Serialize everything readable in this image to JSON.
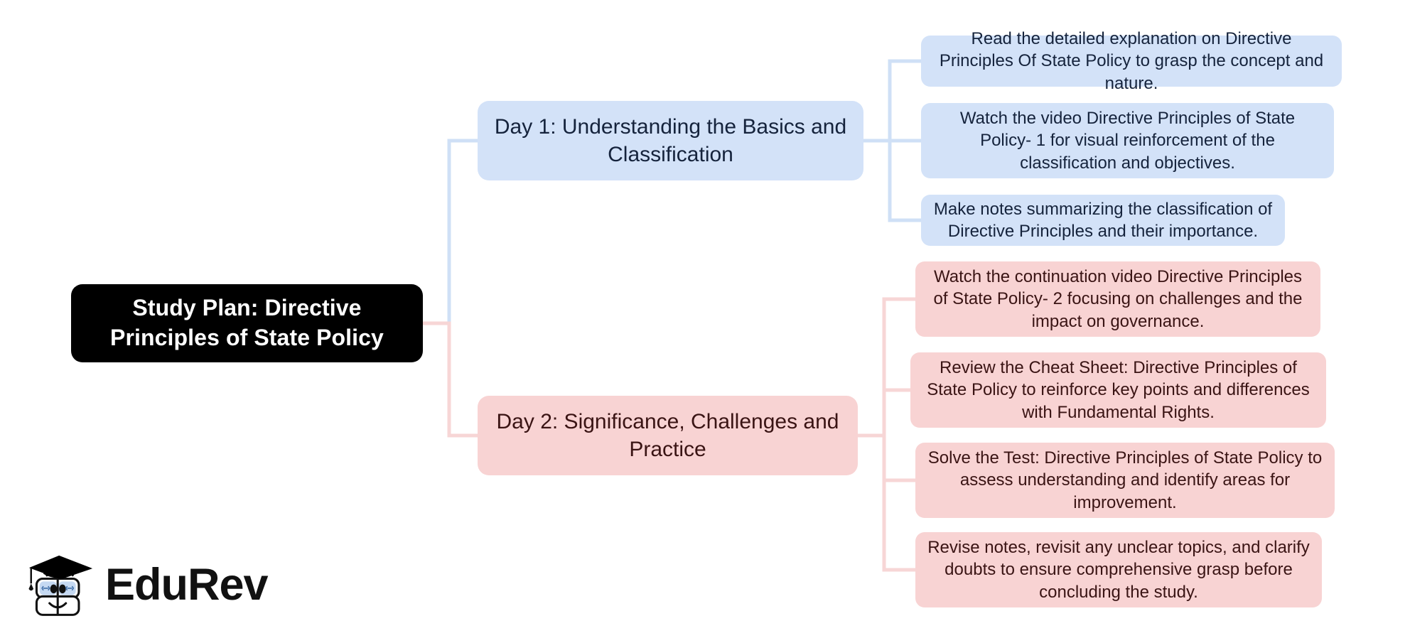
{
  "diagram": {
    "type": "mind-map",
    "title": "Study Plan: Directive Principles of State Policy",
    "colors": {
      "root_bg": "#000000",
      "root_text": "#ffffff",
      "blue_bg": "#d3e2f8",
      "blue_text": "#15233c",
      "pink_bg": "#f8d3d3",
      "pink_text": "#3a1414",
      "blue_connector": "#cfe0f6",
      "pink_connector": "#f7d6d6",
      "background": "#ffffff"
    },
    "root": {
      "label": "Study Plan: Directive Principles of State Policy"
    },
    "branches": [
      {
        "id": "day-1",
        "color": "blue",
        "label": "Day 1: Understanding the Basics and Classification",
        "leaves": [
          {
            "id": "day1-leaf-1",
            "label": "Read the detailed explanation on Directive Principles Of State Policy to grasp the concept and nature."
          },
          {
            "id": "day1-leaf-2",
            "label": "Watch the video Directive Principles of State Policy- 1 for visual reinforcement of the classification and objectives."
          },
          {
            "id": "day1-leaf-3",
            "label": "Make notes summarizing the classification of Directive Principles and their importance."
          }
        ]
      },
      {
        "id": "day-2",
        "color": "pink",
        "label": "Day 2: Significance, Challenges and Practice",
        "leaves": [
          {
            "id": "day2-leaf-1",
            "label": "Watch the continuation video Directive Principles of State Policy- 2 focusing on challenges and the impact on governance."
          },
          {
            "id": "day2-leaf-2",
            "label": "Review the Cheat Sheet: Directive Principles of State Policy to reinforce key points and differences with Fundamental Rights."
          },
          {
            "id": "day2-leaf-3",
            "label": "Solve the Test: Directive Principles of State Policy to assess understanding and identify areas for improvement."
          },
          {
            "id": "day2-leaf-4",
            "label": "Revise notes, revisit any unclear topics, and clarify doubts to ensure comprehensive grasp before concluding the study."
          }
        ]
      }
    ]
  },
  "logo": {
    "wordmark": "EduRev",
    "icon": "graduation-cap-mascot-icon"
  }
}
